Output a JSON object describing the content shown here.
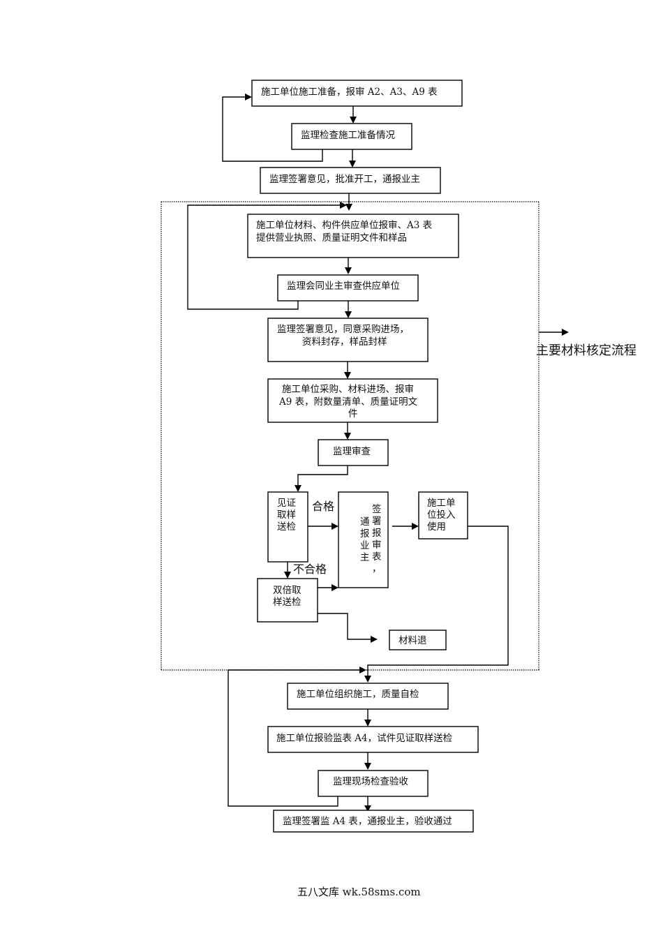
{
  "diagram": {
    "side_title": "主要材料核定流程",
    "boxes": {
      "b1": [
        "施工单位施工准备，报审 A2、A3、A9 表"
      ],
      "b2": [
        "监理检查施工准备情况"
      ],
      "b3": [
        "监理签署意见，批准开工，通报业主"
      ],
      "b4": [
        "施工单位材料、构件供应单位报审、A3 表",
        "提供营业执照、质量证明文件和样品"
      ],
      "b5": [
        "监理会同业主审查供应单位"
      ],
      "b6": [
        "监理签署意见，同意采购进场，",
        "资料封存，样品封样"
      ],
      "b7": [
        "施工单位采购、材料进场、报审",
        "A9 表，附数量清单、质量证明文",
        "件"
      ],
      "b8": [
        "监理审查"
      ],
      "b9": [
        "见证",
        "取样",
        "送检"
      ],
      "b10_col1": [
        "通",
        "报",
        "业",
        "主"
      ],
      "b10_col2": [
        "签",
        "署",
        "报",
        "审",
        "表",
        "，"
      ],
      "b11": [
        "施工单",
        "位投入",
        "使用"
      ],
      "b12": [
        "双倍取",
        "样送检"
      ],
      "b13": [
        "材料退"
      ],
      "b14": [
        "施工单位组织施工，质量自检"
      ],
      "b15": [
        "施工单位报验监表 A4，试件见证取样送检"
      ],
      "b16": [
        "监理现场检查验收"
      ],
      "b17": [
        "监理签署监 A4 表，通报业主，验收通过"
      ]
    },
    "labels": {
      "pass": "合格",
      "fail": "不合格"
    }
  },
  "footer": {
    "watermark": "五八文库 wk.58sms.com"
  }
}
